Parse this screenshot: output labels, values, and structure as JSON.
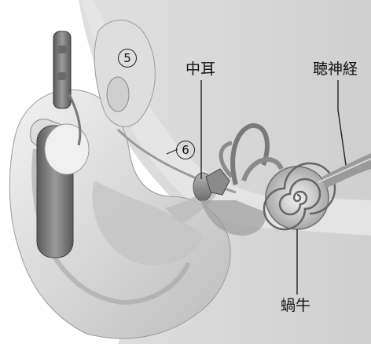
{
  "labels": {
    "middle_ear": "中耳",
    "auditory_nerve": "聴神経",
    "cochlea": "蝸牛",
    "marker_5": "5",
    "marker_6": "6"
  },
  "colors": {
    "skin_light": "#e9e9e9",
    "skin_mid": "#c9c9c9",
    "skin_dark": "#8a8a8a",
    "device": "#7a7a7a",
    "device_dark": "#4a4a4a",
    "line": "#222222"
  }
}
